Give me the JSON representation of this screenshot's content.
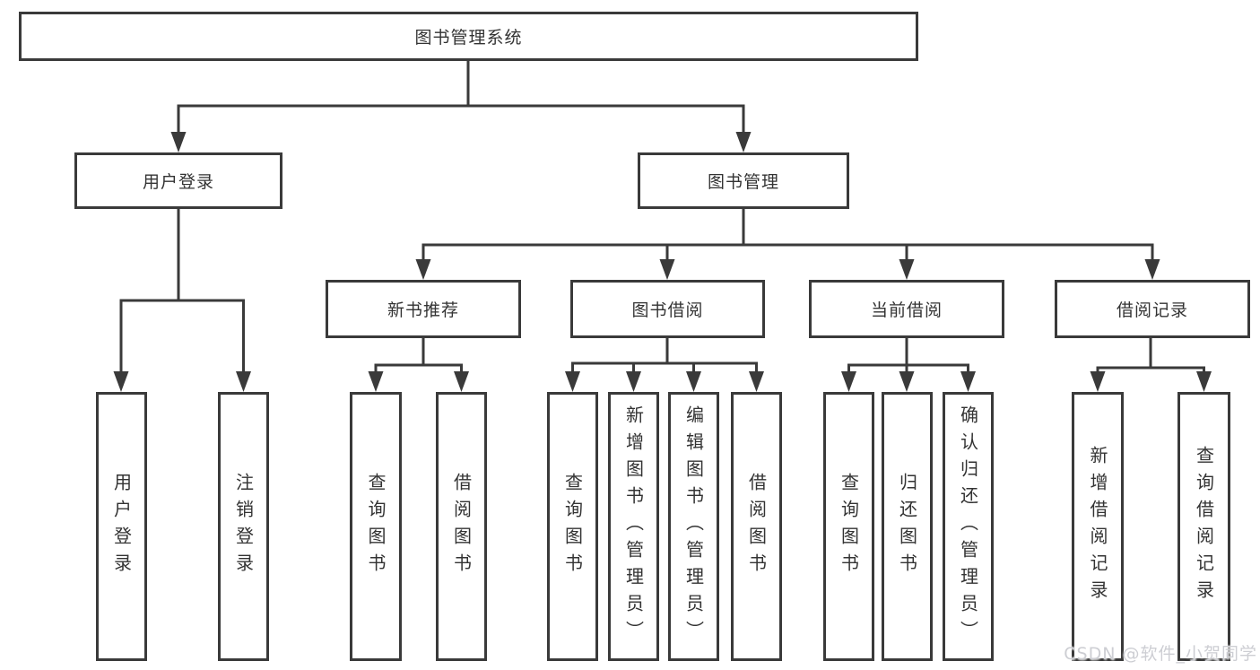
{
  "watermark": {
    "text": "CSDN @软件_小贺同学"
  },
  "tree": {
    "root": {
      "label": "图书管理系统",
      "children": [
        {
          "label": "用户登录",
          "children": [
            {
              "label": "用户登录"
            },
            {
              "label": "注销登录"
            }
          ]
        },
        {
          "label": "图书管理",
          "children": [
            {
              "label": "新书推荐",
              "children": [
                {
                  "label": "查询图书"
                },
                {
                  "label": "借阅图书"
                }
              ]
            },
            {
              "label": "图书借阅",
              "children": [
                {
                  "label": "查询图书"
                },
                {
                  "label": "新增图书（管理员）"
                },
                {
                  "label": "编辑图书（管理员）"
                },
                {
                  "label": "借阅图书"
                }
              ]
            },
            {
              "label": "当前借阅",
              "children": [
                {
                  "label": "查询图书"
                },
                {
                  "label": "归还图书"
                },
                {
                  "label": "确认归还（管理员）"
                }
              ]
            },
            {
              "label": "借阅记录",
              "children": [
                {
                  "label": "新增借阅记录"
                },
                {
                  "label": "查询借阅记录"
                }
              ]
            }
          ]
        }
      ]
    }
  },
  "colors": {
    "line": "#3a3a3a",
    "text": "#333333",
    "background": "#ffffff",
    "watermark": "#cdced3"
  }
}
